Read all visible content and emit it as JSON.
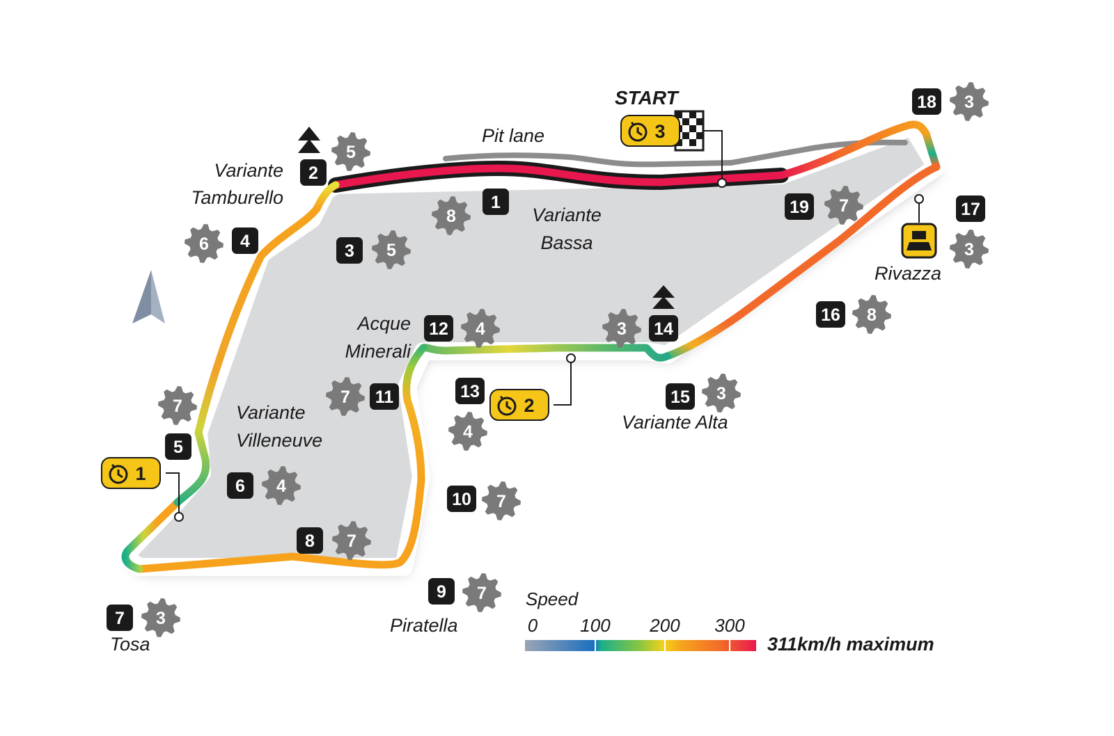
{
  "labels": {
    "pit_lane": "Pit lane",
    "start": "START",
    "variante_tamburello_1": "Variante",
    "variante_tamburello_2": "Tamburello",
    "variante_bassa_1": "Variante",
    "variante_bassa_2": "Bassa",
    "acque_minerali_1": "Acque",
    "acque_minerali_2": "Minerali",
    "variante_villeneuve_1": "Variante",
    "variante_villeneuve_2": "Villeneuve",
    "variante_alta": "Variante Alta",
    "rivazza": "Rivazza",
    "piratella": "Piratella",
    "tosa": "Tosa"
  },
  "turns": [
    {
      "number": "1",
      "gear": "8"
    },
    {
      "number": "2",
      "gear": "5"
    },
    {
      "number": "3",
      "gear": "5"
    },
    {
      "number": "4",
      "gear": "6"
    },
    {
      "number": "5",
      "gear": "7"
    },
    {
      "number": "6",
      "gear": "4"
    },
    {
      "number": "7",
      "gear": "3"
    },
    {
      "number": "8",
      "gear": "7"
    },
    {
      "number": "9",
      "gear": "7"
    },
    {
      "number": "10",
      "gear": "7"
    },
    {
      "number": "11",
      "gear": "7"
    },
    {
      "number": "12",
      "gear": "4"
    },
    {
      "number": "13",
      "gear": "4"
    },
    {
      "number": "14",
      "gear": "3"
    },
    {
      "number": "15",
      "gear": "3"
    },
    {
      "number": "16",
      "gear": "8"
    },
    {
      "number": "17",
      "gear": "3"
    },
    {
      "number": "18",
      "gear": "3"
    },
    {
      "number": "19",
      "gear": "7"
    }
  ],
  "sectors": [
    {
      "number": "1"
    },
    {
      "number": "2"
    },
    {
      "number": "3"
    }
  ],
  "speed_legend": {
    "title": "Speed",
    "ticks": [
      "0",
      "100",
      "200",
      "300"
    ],
    "max_label": "311km/h maximum",
    "colors": [
      "#8a9bb0",
      "#1a6fc0",
      "#1bb08a",
      "#8cc63f",
      "#f2d21b",
      "#f6a21c",
      "#f26a2a",
      "#e8174e"
    ]
  },
  "colors": {
    "infield": "#d9dadc",
    "badge": "#1a1a1a",
    "gear": "#7a7a7a",
    "sector_badge": "#f5c518"
  }
}
